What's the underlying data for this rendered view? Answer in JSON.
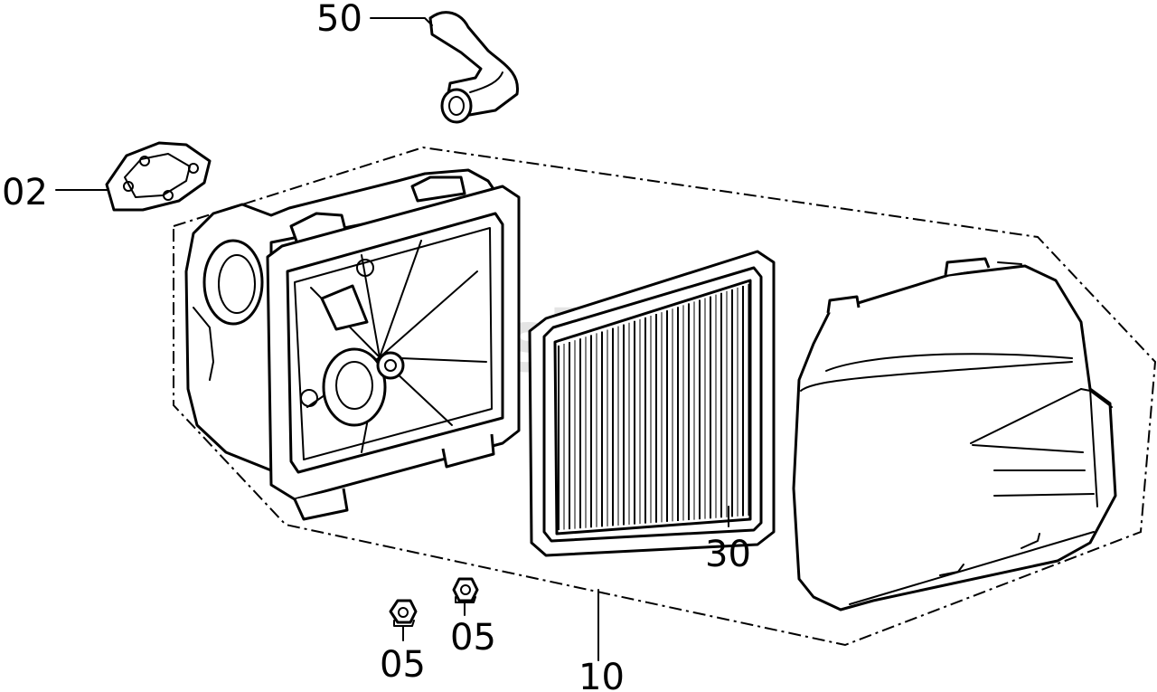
{
  "watermark": "PartsTree",
  "callouts": {
    "hose": "50",
    "gasket": "02",
    "filter": "30",
    "nut_left": "05",
    "nut_right": "05",
    "assembly": "10"
  }
}
